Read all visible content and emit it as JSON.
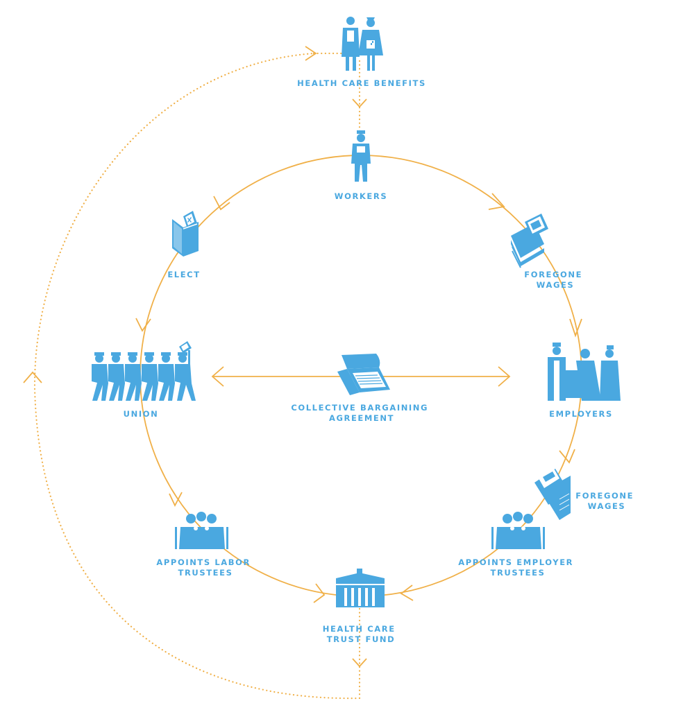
{
  "colors": {
    "flow_line": "#f0b048",
    "icon_and_label": "#4aa8e0",
    "background": "#ffffff"
  },
  "nodes": {
    "health_care_benefits": {
      "label": [
        "HEALTH CARE BENEFITS"
      ],
      "icon": "doctor-and-nurse-icon"
    },
    "workers": {
      "label": [
        "WORKERS"
      ],
      "icon": "worker-icon"
    },
    "foregone_wages_1": {
      "label": [
        "FOREGONE",
        "WAGES"
      ],
      "icon": "money-stack-icon"
    },
    "employers": {
      "label": [
        "EMPLOYERS"
      ],
      "icon": "businessmen-icon"
    },
    "foregone_wages_2": {
      "label": [
        "FOREGONE",
        "WAGES"
      ],
      "icon": "money-stack-icon"
    },
    "employer_trustees": {
      "label": [
        "APPOINTS EMPLOYER",
        "TRUSTEES"
      ],
      "icon": "trustees-icon"
    },
    "trust_fund": {
      "label": [
        "HEALTH CARE",
        "TRUST FUND"
      ],
      "icon": "building-icon"
    },
    "labor_trustees": {
      "label": [
        "APPOINTS LABOR",
        "TRUSTEES"
      ],
      "icon": "trustees-icon"
    },
    "union": {
      "label": [
        "UNION"
      ],
      "icon": "marching-workers-icon"
    },
    "elect": {
      "label": [
        "ELECT"
      ],
      "icon": "ballot-box-icon"
    },
    "agreement": {
      "label": [
        "COLLECTIVE BARGAINING",
        "AGREEMENT"
      ],
      "icon": "document-scroll-icon"
    }
  }
}
